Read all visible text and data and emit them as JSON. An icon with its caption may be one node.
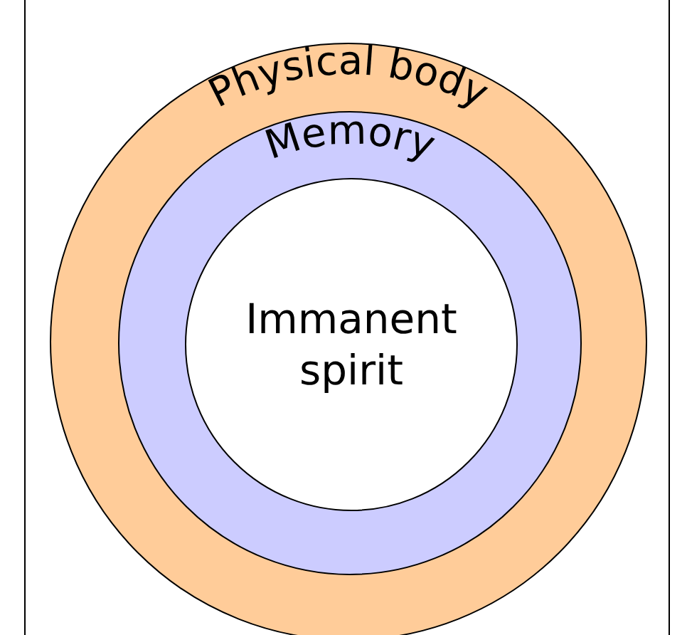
{
  "diagram": {
    "nodes": [
      {
        "text": [
          "Physical body"
        ]
      },
      {
        "text": [
          "Memory"
        ],
        "in": 0
      },
      {
        "text": [
          "Immanent spirit"
        ],
        "in": 1
      }
    ]
  }
}
